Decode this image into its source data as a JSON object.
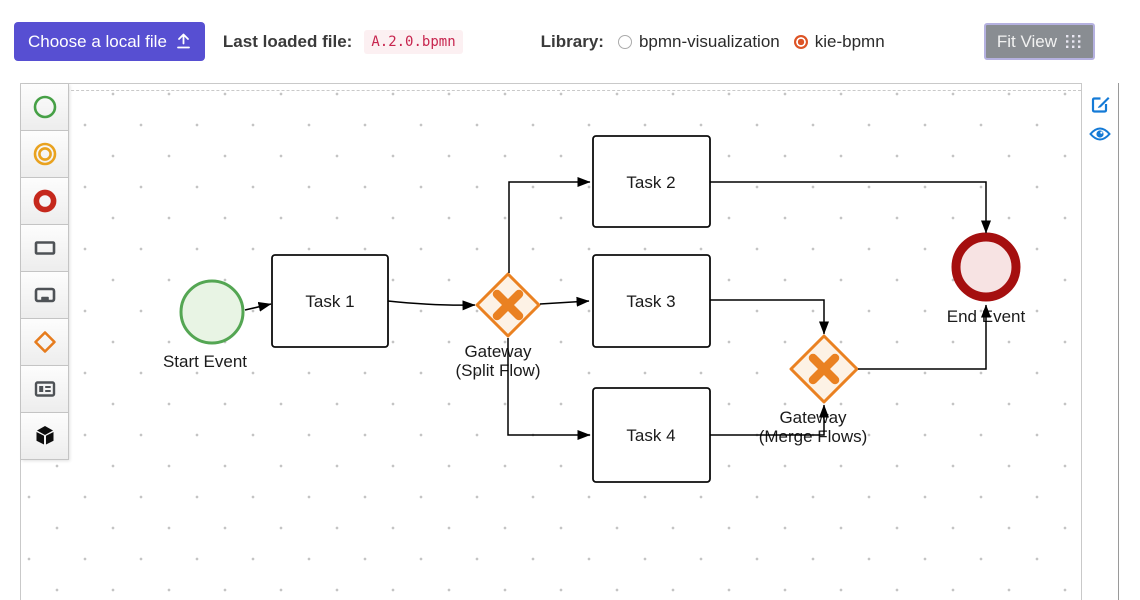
{
  "header": {
    "choose_file_button": "Choose a local file",
    "last_loaded": {
      "label": "Last loaded file:",
      "value": "A.2.0.bpmn"
    },
    "library": {
      "label": "Library:",
      "options": [
        {
          "label": "bpmn-visualization",
          "selected": false
        },
        {
          "label": "kie-bpmn",
          "selected": true
        }
      ]
    },
    "fit_view_button": "Fit View"
  },
  "palette": {
    "items": [
      {
        "icon": "start-event-icon"
      },
      {
        "icon": "intermediate-event-icon"
      },
      {
        "icon": "end-event-icon"
      },
      {
        "icon": "task-icon"
      },
      {
        "icon": "subprocess-icon"
      },
      {
        "icon": "gateway-icon"
      },
      {
        "icon": "lane-icon"
      },
      {
        "icon": "group-icon"
      }
    ]
  },
  "side_actions": [
    {
      "icon": "edit-icon"
    },
    {
      "icon": "eye-icon"
    }
  ],
  "diagram": {
    "nodes": {
      "start_event": {
        "type": "start-event",
        "label": "Start Event"
      },
      "task1": {
        "type": "task",
        "label": "Task 1"
      },
      "task2": {
        "type": "task",
        "label": "Task 2"
      },
      "task3": {
        "type": "task",
        "label": "Task 3"
      },
      "task4": {
        "type": "task",
        "label": "Task 4"
      },
      "gateway_split": {
        "type": "exclusive-gateway",
        "label_line1": "Gateway",
        "label_line2": "(Split Flow)"
      },
      "gateway_merge": {
        "type": "exclusive-gateway",
        "label_line1": "Gateway",
        "label_line2": "(Merge Flows)"
      },
      "end_event": {
        "type": "end-event",
        "label": "End Event"
      }
    },
    "edges": [
      {
        "from": "start_event",
        "to": "task1"
      },
      {
        "from": "task1",
        "to": "gateway_split"
      },
      {
        "from": "gateway_split",
        "to": "task2"
      },
      {
        "from": "gateway_split",
        "to": "task3"
      },
      {
        "from": "gateway_split",
        "to": "task4"
      },
      {
        "from": "task2",
        "to": "end_event"
      },
      {
        "from": "task3",
        "to": "gateway_merge"
      },
      {
        "from": "task4",
        "to": "gateway_merge"
      },
      {
        "from": "gateway_merge",
        "to": "end_event"
      }
    ]
  },
  "colors": {
    "accent_purple": "#574fd2",
    "fit_button_gray": "#898d92",
    "code_text": "#c7254e",
    "code_bg": "#fcf0f2",
    "radio_selected": "#dd5426",
    "start_event_stroke": "#54a653",
    "start_event_fill": "#e8f4e4",
    "gateway_stroke": "#ea8121",
    "gateway_fill": "#fdf2e5",
    "end_event_stroke": "#a50f0f",
    "end_event_fill": "#f7e3e3",
    "action_icon_blue": "#147ad6"
  }
}
